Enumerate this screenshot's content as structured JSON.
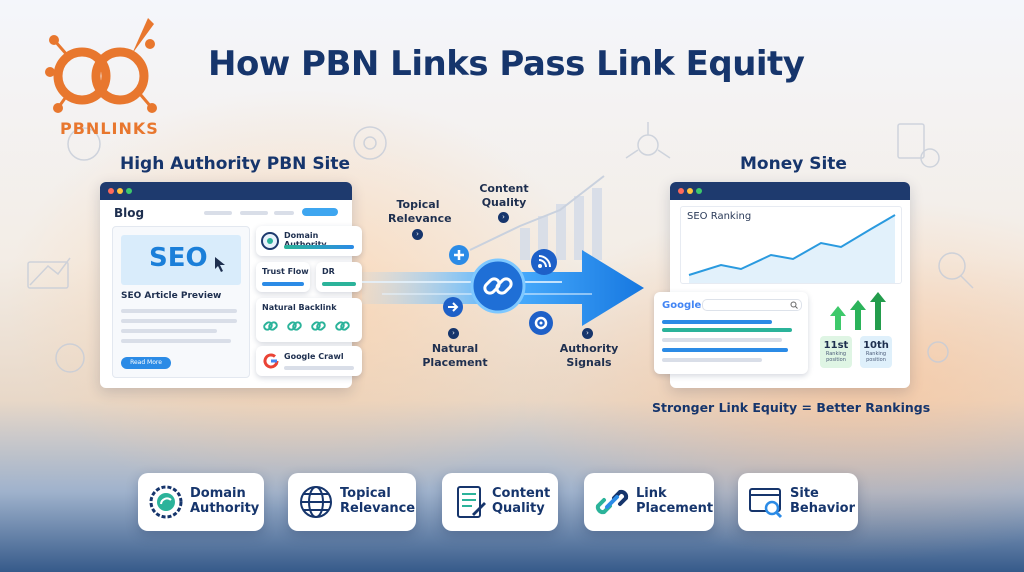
{
  "title": "How PBN Links Pass Link Equity",
  "logo_text": "PBNLINKS",
  "pbn_site": {
    "heading": "High Authority PBN Site",
    "blog_label": "Blog",
    "seo_badge": "SEO",
    "article_title": "SEO Article Preview",
    "read_more": "Read More",
    "domain_authority": "Domain Authority",
    "trust_flow": "Trust Flow",
    "dr": "DR",
    "natural_backlink": "Natural Backlink",
    "google_crawl": "Google Crawl"
  },
  "flow": {
    "topical_relevance": "Topical\nRelevance",
    "content_quality": "Content\nQuality",
    "natural_placement": "Natural\nPlacement",
    "authority_signals": "Authority\nSignals"
  },
  "money_site": {
    "heading": "Money Site",
    "seo_ranking": "SEO Ranking",
    "google": "Google",
    "rank_a": "11st",
    "rank_a_sub": "Ranking position",
    "rank_b": "10th",
    "rank_b_sub": "Ranking position",
    "caption": "Stronger Link Equity = Better Rankings"
  },
  "factors": [
    {
      "label": "Domain\nAuthority",
      "icon": "seal-icon"
    },
    {
      "label": "Topical\nRelevance",
      "icon": "globe-icon"
    },
    {
      "label": "Content\nQuality",
      "icon": "document-icon"
    },
    {
      "label": "Link\nPlacement",
      "icon": "link-icon"
    },
    {
      "label": "Site\nBehavior",
      "icon": "browser-search-icon"
    }
  ],
  "colors": {
    "navy": "#16356c",
    "orange": "#e8772e",
    "blue": "#2b8be6",
    "teal": "#2bb39a"
  }
}
